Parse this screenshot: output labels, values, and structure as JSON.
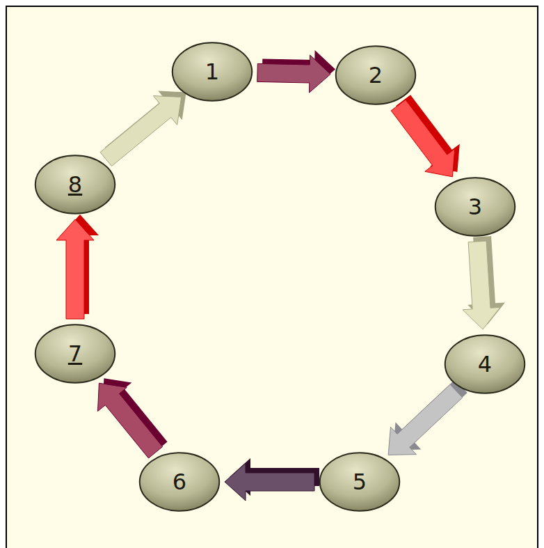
{
  "diagram": {
    "nodes": [
      {
        "text": [
          "1"
        ]
      },
      {
        "text": [
          "2"
        ]
      },
      {
        "text": [
          "3"
        ]
      },
      {
        "text": [
          "4"
        ]
      },
      {
        "text": [
          "5"
        ]
      },
      {
        "text": [
          "6"
        ]
      },
      {
        "text": [
          "7"
        ]
      },
      {
        "text": [
          "8"
        ]
      }
    ],
    "edges": [
      {
        "from": 0,
        "to": 1,
        "arrow": "to"
      },
      {
        "from": 1,
        "to": 2,
        "arrow": "to"
      },
      {
        "from": 2,
        "to": 3,
        "arrow": "to"
      },
      {
        "from": 3,
        "to": 4,
        "arrow": "to"
      },
      {
        "from": 4,
        "to": 5,
        "arrow": "to"
      },
      {
        "from": 5,
        "to": 6,
        "arrow": "to"
      },
      {
        "from": 6,
        "to": 7,
        "arrow": "to"
      },
      {
        "from": 7,
        "to": 0,
        "arrow": "to"
      }
    ]
  }
}
